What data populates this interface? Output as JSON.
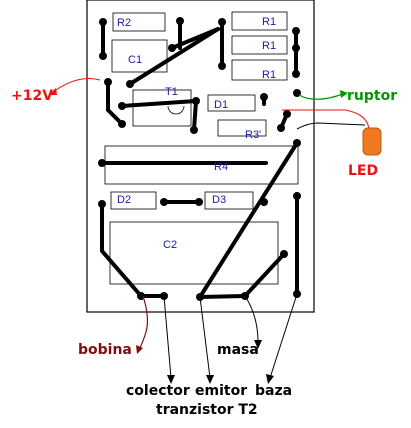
{
  "components": {
    "r2": "R2",
    "r1_a": "R1",
    "r1_b": "R1",
    "r1_c": "R1",
    "c1": "C1",
    "t1": "T1",
    "d1": "D1",
    "r3": "R3'",
    "r4": "R4",
    "d2": "D2",
    "d3": "D3",
    "c2": "C2"
  },
  "external": {
    "supply": "+12V",
    "switch": "ruptor",
    "led": "LED",
    "coil": "bobina",
    "ground": "masa",
    "pin_collector": "colector",
    "pin_emitter": "emitor",
    "pin_base": "baza",
    "transistor": "tranzistor T2"
  },
  "colors": {
    "board": "#ffffff",
    "trace": "#000000",
    "component_label": "#1a1aa8",
    "supply": "#ee1111",
    "switch_wire": "#009900",
    "led_body": "#f07820",
    "led_wire": "#ee1111",
    "coil_wire": "#7a1010"
  }
}
